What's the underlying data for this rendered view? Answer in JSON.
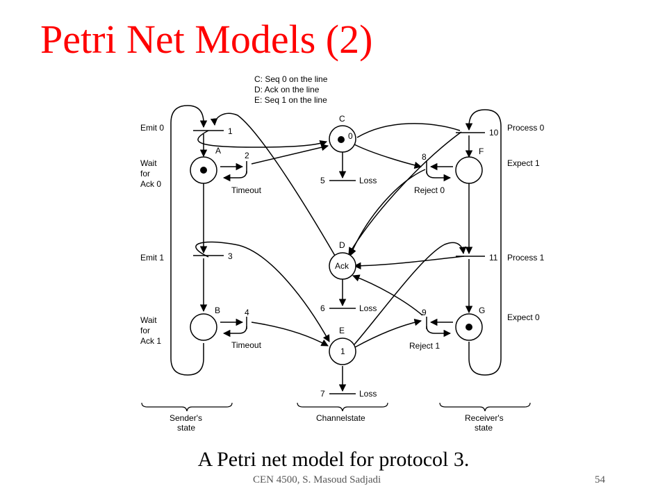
{
  "slide": {
    "title": "Petri Net Models (2)",
    "caption": "A Petri net model for protocol 3.",
    "footer": "CEN 4500, S. Masoud Sadjadi",
    "page_number": "54"
  },
  "legend": [
    "C: Seq 0 on the line",
    "D: Ack on the line",
    "E: Seq 1 on the line"
  ],
  "places": {
    "A": {
      "name": "A",
      "tokens": 1,
      "label_lines": [
        "Wait",
        "for",
        "Ack 0"
      ]
    },
    "B": {
      "name": "B",
      "tokens": 0,
      "label_lines": [
        "Wait",
        "for",
        "Ack 1"
      ]
    },
    "C": {
      "name": "C",
      "tokens": 1,
      "inner_text": "0"
    },
    "D": {
      "name": "D",
      "tokens": 0,
      "inner_text": "Ack"
    },
    "E": {
      "name": "E",
      "tokens": 0,
      "inner_text": "1"
    },
    "F": {
      "name": "F",
      "tokens": 0,
      "label": "Expect 1"
    },
    "G": {
      "name": "G",
      "tokens": 1,
      "label": "Expect 0"
    }
  },
  "transitions": {
    "t1": {
      "number": "1",
      "label": "Emit 0"
    },
    "t2": {
      "number": "2",
      "label": "Timeout"
    },
    "t3": {
      "number": "3",
      "label": "Emit 1"
    },
    "t4": {
      "number": "4",
      "label": "Timeout"
    },
    "t5": {
      "number": "5",
      "label": "Loss"
    },
    "t6": {
      "number": "6",
      "label": "Loss"
    },
    "t7": {
      "number": "7",
      "label": "Loss"
    },
    "t8": {
      "number": "8",
      "label": "Reject 0"
    },
    "t9": {
      "number": "9",
      "label": "Reject 1"
    },
    "t10": {
      "number": "10",
      "label": "Process 0"
    },
    "t11": {
      "number": "11",
      "label": "Process 1"
    }
  },
  "groups": {
    "sender": [
      "Sender's",
      "state"
    ],
    "channel": [
      "Channelstate"
    ],
    "receiver": [
      "Receiver's",
      "state"
    ]
  }
}
